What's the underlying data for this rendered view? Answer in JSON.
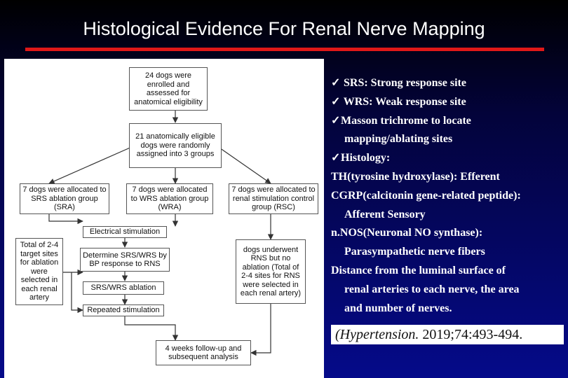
{
  "title": "Histological Evidence For Renal Nerve Mapping",
  "flowchart": {
    "enrolled": "24 dogs were enrolled and assessed for anatomical eligibility",
    "randomized": "21 anatomically eligible dogs were randomly assigned into 3 groups",
    "group_sra": "7 dogs were allocated to SRS ablation group (SRA)",
    "group_wra": "7 dogs were allocated to WRS ablation group (WRA)",
    "group_rsc": "7 dogs were allocated to renal stimulation control group (RSC)",
    "electrical_stimulation": "Electrical stimulation",
    "determine": "Determine SRS/WRS by BP response to RNS",
    "ablation": "SRS/WRS ablation",
    "repeated": "Repeated stimulation",
    "left_note": "Total of 2-4 target sites for ablation were selected in each renal artery",
    "right_note": "dogs underwent RNS but no ablation (Total of 2-4 sites for RNS were selected in each renal artery)",
    "followup": "4 weeks follow-up and subsequent analysis"
  },
  "bullets": [
    {
      "check": "✓",
      "text": "SRS: Strong response site"
    },
    {
      "check": "✓",
      "text": "WRS: Weak response site"
    },
    {
      "check": "✓",
      "text": "Masson trichrome to locate"
    },
    {
      "check": "",
      "text": "mapping/ablating sites"
    },
    {
      "check": "✓",
      "text": "Histology:"
    },
    {
      "check": "",
      "text": "TH(tyrosine hydroxylase): Efferent"
    },
    {
      "check": "",
      "text": "CGRP(calcitonin gene-related peptide):"
    },
    {
      "check": "",
      "text": "Afferent Sensory"
    },
    {
      "check": "",
      "text": "n.NOS(Neuronal NO synthase):"
    },
    {
      "check": "",
      "text": "Parasympathetic nerve fibers"
    },
    {
      "check": "",
      "text": "Distance from the luminal surface of"
    },
    {
      "check": "",
      "text": "renal arteries to each nerve, the area"
    },
    {
      "check": "",
      "text": "and number of nerves."
    }
  ],
  "citation": {
    "journal": "(Hypertension.",
    "ref": " 2019;74:493-494."
  }
}
